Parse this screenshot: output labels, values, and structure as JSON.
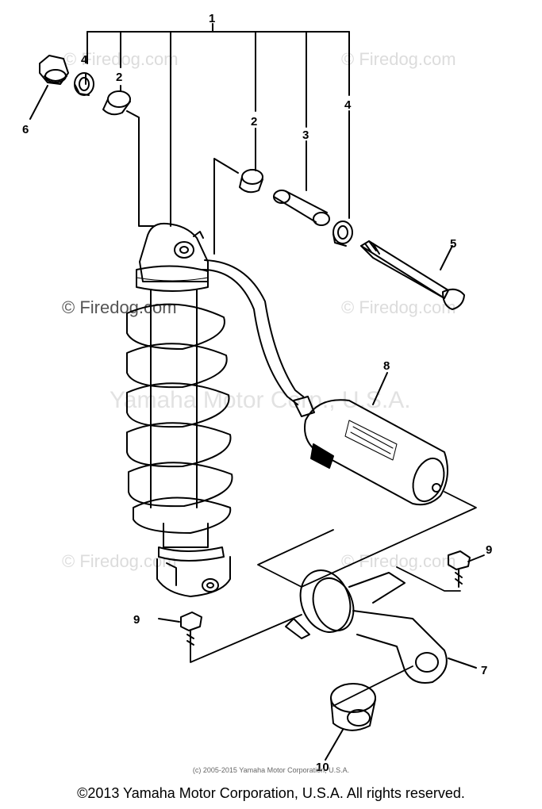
{
  "watermarks": {
    "firedog": "© Firedog.com",
    "yamaha": "Yamaha Motor Corp., U.S.A."
  },
  "callouts": {
    "assembly": "1",
    "collar_a": "2",
    "collar_b": "2",
    "bushing": "3",
    "washer_a": "4",
    "washer_b": "4",
    "bolt": "5",
    "nut": "6",
    "bracket": "7",
    "reservoir": "8",
    "bolt_a": "9",
    "bolt_b": "9",
    "damper": "10"
  },
  "credit_line": "(c) 2005-2015 Yamaha Motor Corporation, U.S.A.",
  "footer": "©2013 Yamaha Motor Corporation, U.S.A. All rights reserved."
}
